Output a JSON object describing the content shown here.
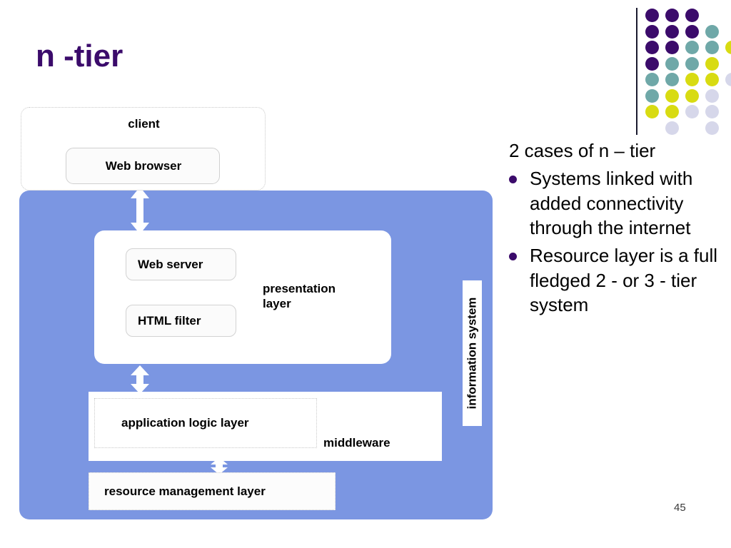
{
  "slide": {
    "title": "n -tier",
    "page_number": "45",
    "title_color": "#3B0B6B",
    "accent_color": "#7b96e2"
  },
  "diagram": {
    "client": {
      "label": "client",
      "web_browser": "Web browser"
    },
    "information_system": {
      "label": "information system",
      "presentation": {
        "label": "presentation\nlayer",
        "web_server": "Web server",
        "html_filter": "HTML filter"
      },
      "middleware": {
        "label": "middleware",
        "application_logic": "application logic layer"
      },
      "resource_management": "resource management layer"
    },
    "arrows": [
      {
        "name": "client-to-presentation",
        "type": "double-vertical"
      },
      {
        "name": "presentation-to-middleware",
        "type": "double-vertical"
      },
      {
        "name": "middleware-to-resource",
        "type": "double-vertical"
      }
    ]
  },
  "right_column": {
    "heading": "2 cases of n – tier",
    "bullets": [
      "Systems linked with added connectivity through the internet",
      "Resource layer is a full fledged 2 - or 3 - tier system"
    ]
  },
  "logo": {
    "colors": {
      "purple": "#3B0B6B",
      "teal": "#6FA8A8",
      "yellow": "#D8DB12",
      "lavender": "#D6D7EA"
    },
    "grid": [
      [
        "purple",
        "purple",
        "purple",
        null,
        null
      ],
      [
        "purple",
        "purple",
        "purple",
        "teal",
        null
      ],
      [
        "purple",
        "purple",
        "teal",
        "teal",
        "yellow"
      ],
      [
        "purple",
        "teal",
        "teal",
        "yellow",
        null
      ],
      [
        "teal",
        "teal",
        "yellow",
        "yellow",
        "lavender"
      ],
      [
        "teal",
        "yellow",
        "yellow",
        "lavender",
        null
      ],
      [
        "yellow",
        "yellow",
        "lavender",
        "lavender",
        null
      ],
      [
        null,
        "lavender",
        null,
        "lavender",
        null
      ]
    ]
  }
}
